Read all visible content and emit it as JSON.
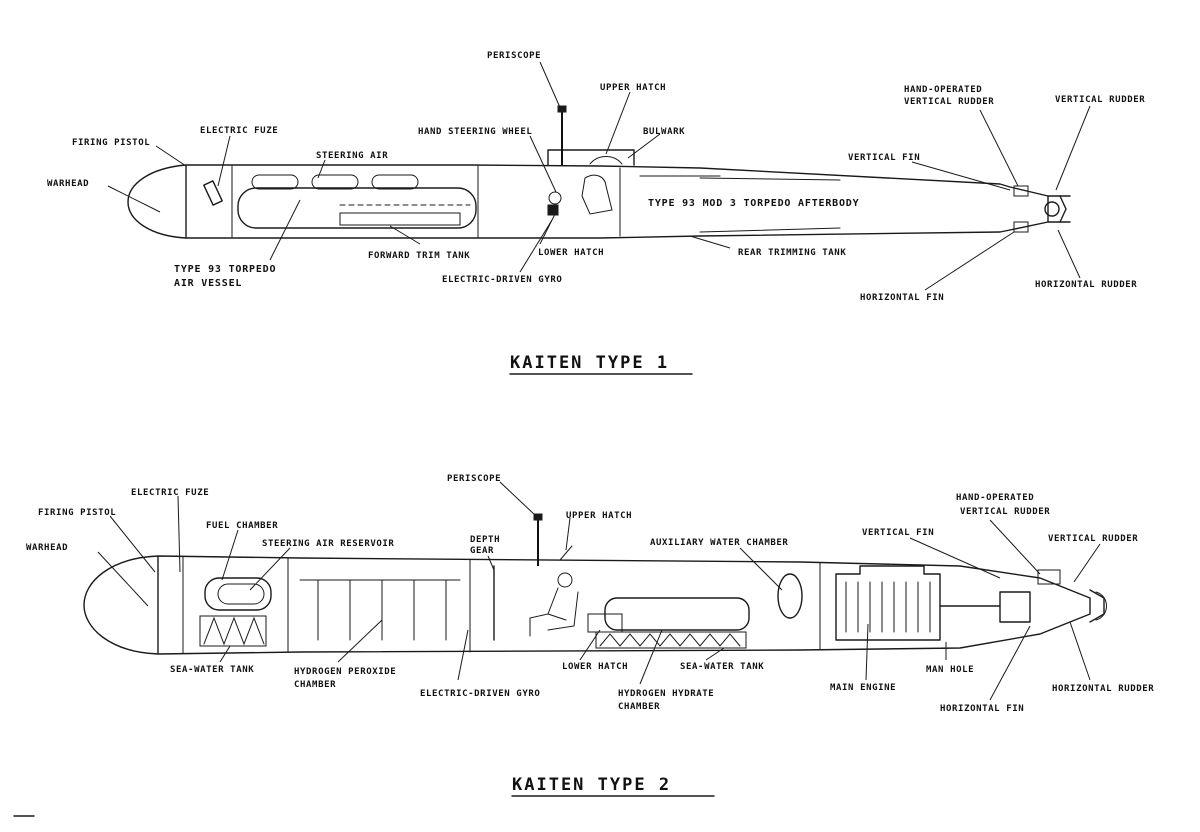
{
  "diagrams": [
    {
      "title": "KAITEN TYPE 1",
      "labels": {
        "periscope": "PERISCOPE",
        "upper_hatch": "UPPER HATCH",
        "bulwark": "BULWARK",
        "hand_steering_wheel": "HAND STEERING WHEEL",
        "electric_fuze": "ELECTRIC FUZE",
        "firing_pistol": "FIRING PISTOL",
        "steering_air": "STEERING AIR",
        "warhead": "WARHEAD",
        "aft_body": "TYPE 93 MOD 3  TORPEDO AFTERBODY",
        "hand_vertical_rudder_1": "HAND-OPERATED",
        "hand_vertical_rudder_2": "VERTICAL RUDDER",
        "vertical_rudder": "VERTICAL RUDDER",
        "vertical_fin": "VERTICAL FIN",
        "forward_trim_tank": "FORWARD TRIM TANK",
        "lower_hatch": "LOWER HATCH",
        "rear_trimming_tank": "REAR TRIMMING TANK",
        "air_vessel_1": "TYPE 93 TORPEDO",
        "air_vessel_2": "AIR VESSEL",
        "electric_gyro": "ELECTRIC-DRIVEN GYRO",
        "horizontal_fin": "HORIZONTAL FIN",
        "horizontal_rudder": "HORIZONTAL RUDDER"
      }
    },
    {
      "title": "KAITEN TYPE 2",
      "labels": {
        "periscope": "PERISCOPE",
        "upper_hatch": "UPPER HATCH",
        "electric_fuze": "ELECTRIC FUZE",
        "firing_pistol": "FIRING PISTOL",
        "fuel_chamber": "FUEL CHAMBER",
        "steering_air_reservoir": "STEERING AIR RESERVOIR",
        "warhead": "WARHEAD",
        "depth_gear_1": "DEPTH",
        "depth_gear_2": "GEAR",
        "auxiliary_water_chamber": "AUXILIARY WATER CHAMBER",
        "hand_vertical_rudder_1": "HAND-OPERATED",
        "hand_vertical_rudder_2": "VERTICAL RUDDER",
        "vertical_fin": "VERTICAL FIN",
        "vertical_rudder": "VERTICAL RUDDER",
        "sea_water_tank_fwd": "SEA-WATER TANK",
        "peroxide_1": "HYDROGEN PEROXIDE",
        "peroxide_2": "CHAMBER",
        "electric_gyro": "ELECTRIC-DRIVEN GYRO",
        "lower_hatch": "LOWER HATCH",
        "sea_water_tank_aft": "SEA-WATER TANK",
        "hydrate_1": "HYDROGEN HYDRATE",
        "hydrate_2": "CHAMBER",
        "main_engine": "MAIN ENGINE",
        "man_hole": "MAN HOLE",
        "horizontal_fin": "HORIZONTAL FIN",
        "horizontal_rudder": "HORIZONTAL RUDDER"
      }
    }
  ]
}
